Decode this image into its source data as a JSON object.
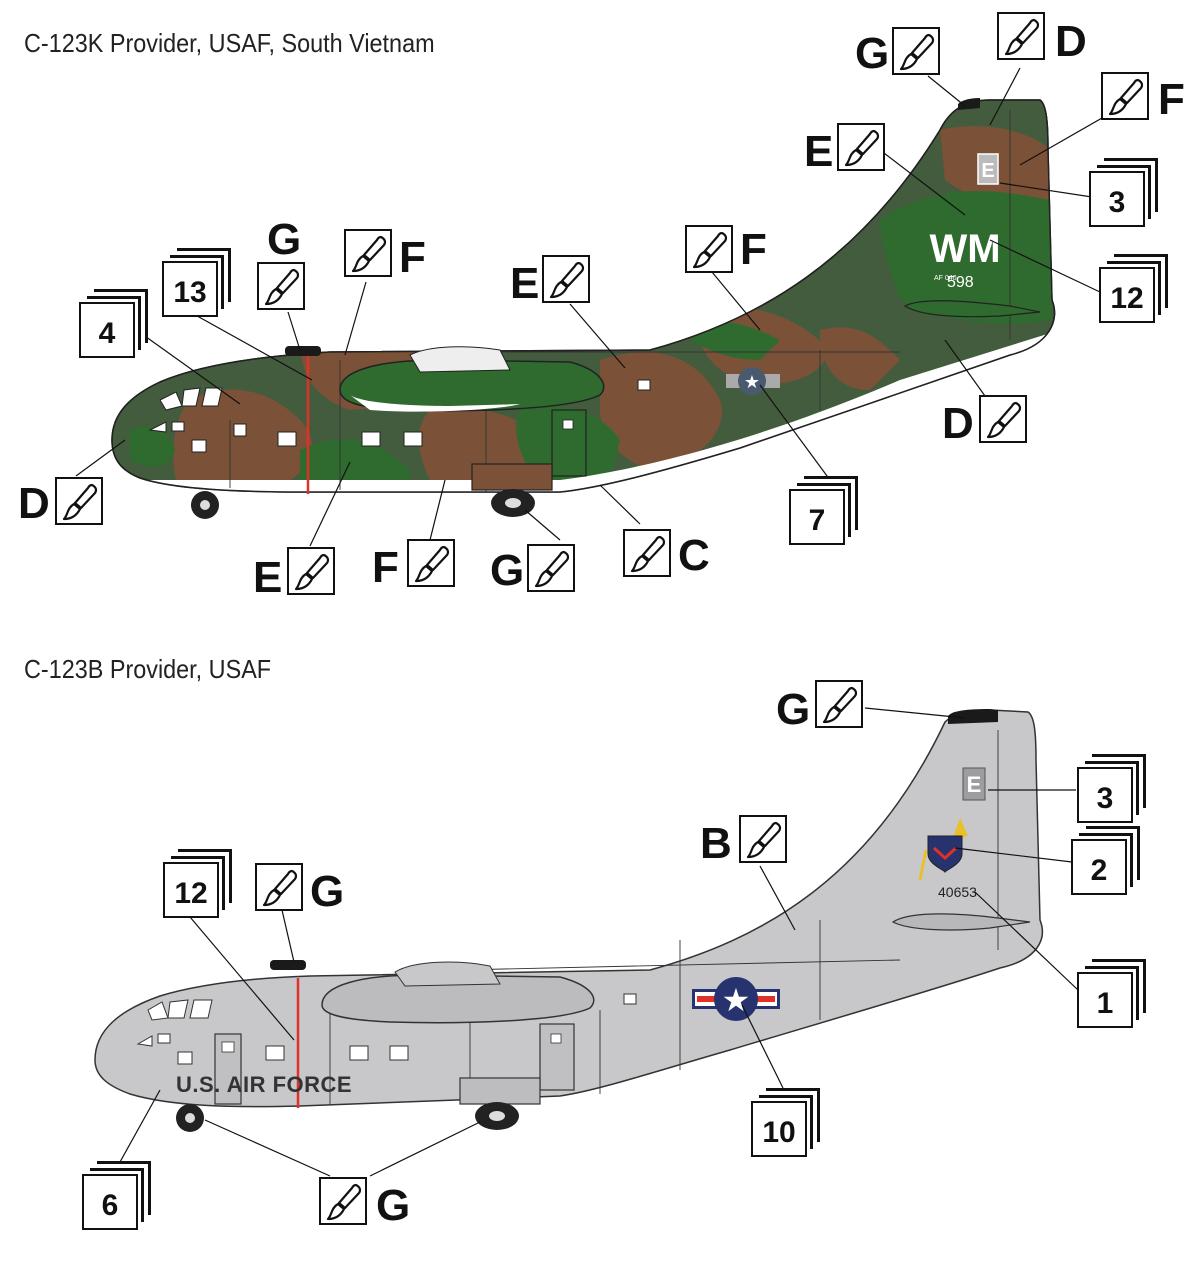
{
  "titles": {
    "top": "C-123K Provider, USAF, South Vietnam",
    "bottom": "C-123B Provider, USAF"
  },
  "top_aircraft": {
    "tail_code": "WM",
    "tail_letter": "E",
    "serial": "598",
    "serial_prefix": "AF 040",
    "colors": {
      "camo_green": "#2f6a2f",
      "camo_tan": "#7b5237",
      "camo_dark_green": "#445c3e",
      "underside": "#ffffff",
      "black": "#1a1a1a",
      "red_stripe": "#e03028"
    },
    "paint_callouts": [
      "G",
      "D",
      "F",
      "E",
      "3",
      "12",
      "D",
      "7",
      "C",
      "G",
      "F",
      "E",
      "D",
      "4",
      "13",
      "G",
      "F",
      "E",
      "F"
    ],
    "decal_numbers": {
      "a": "4",
      "b": "13",
      "c": "3",
      "d": "12",
      "e": "7"
    },
    "paint_letters": {
      "g_top": "G",
      "d_top": "D",
      "f_tail": "F",
      "e_tail": "E",
      "g_mid": "G",
      "f_mid": "F",
      "e_mid": "E",
      "f_fus": "F",
      "d_rear": "D",
      "d_nose": "D",
      "e_low": "E",
      "f_low": "F",
      "g_low": "G",
      "c_low": "C"
    }
  },
  "bottom_aircraft": {
    "fuselage_text": "U.S. AIR FORCE",
    "tail_letter": "E",
    "serial": "40653",
    "colors": {
      "silver": "#c8c8cb",
      "silver_dark": "#a9a9ad",
      "red_stripe": "#e03028",
      "roundel_blue": "#27336e"
    },
    "decal_numbers": {
      "a": "12",
      "b": "3",
      "c": "2",
      "d": "1",
      "e": "10",
      "f": "6"
    },
    "paint_letters": {
      "g_tail": "G",
      "b_fus": "B",
      "g_top": "G",
      "g_low": "G"
    }
  }
}
